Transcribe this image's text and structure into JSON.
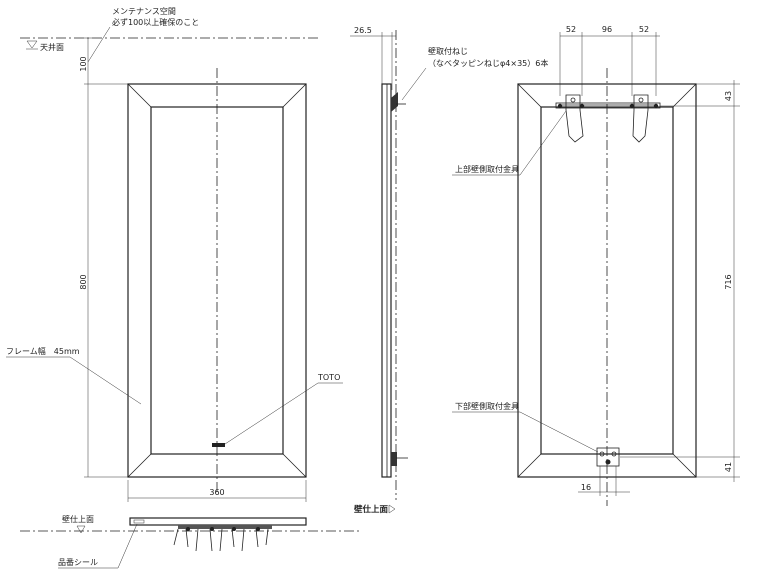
{
  "front": {
    "maintenance_line1": "メンテナンス空間",
    "maintenance_line2": "必ず100以上確保のこと",
    "ceiling": "天井面",
    "dim_top": "100",
    "dim_height": "800",
    "dim_width": "360",
    "frame_width": "フレーム幅　45mm",
    "logo": "TOTO",
    "wall_finish": "壁仕上面",
    "label_seal": "品番シール"
  },
  "side": {
    "dim_depth": "26.5",
    "screw_line1": "壁取付ねじ",
    "screw_line2": "（なべタッピンねじφ4×35）6本",
    "wall_finish": "壁仕上面"
  },
  "back": {
    "dim_left": "52",
    "dim_mid": "96",
    "dim_right": "52",
    "dim_top_bracket": "43",
    "dim_span": "716",
    "dim_bottom_bracket": "41",
    "dim_bottom_width": "16",
    "upper_bracket": "上部壁側取付金具",
    "lower_bracket": "下部壁側取付金具"
  }
}
